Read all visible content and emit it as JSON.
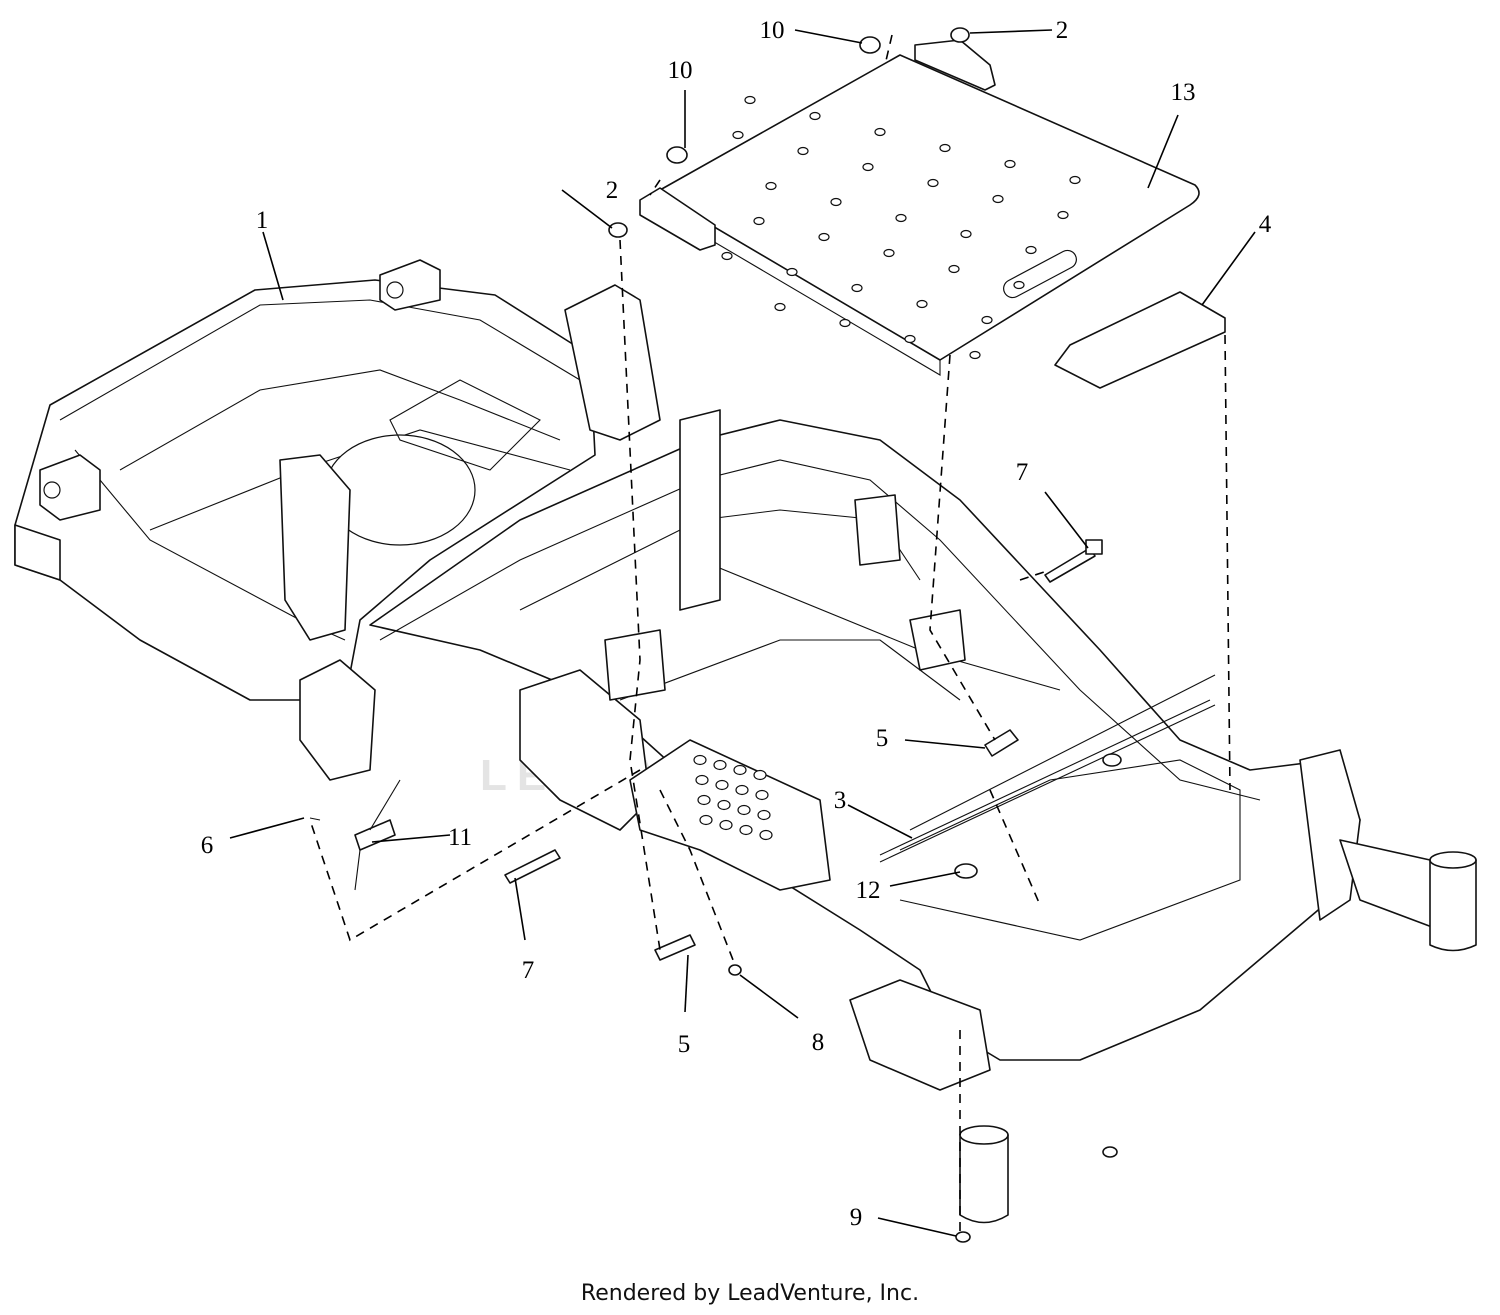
{
  "callouts": [
    {
      "label": "1"
    },
    {
      "label": "2"
    },
    {
      "label": "2"
    },
    {
      "label": "3"
    },
    {
      "label": "4"
    },
    {
      "label": "5"
    },
    {
      "label": "5"
    },
    {
      "label": "6"
    },
    {
      "label": "7"
    },
    {
      "label": "7"
    },
    {
      "label": "8"
    },
    {
      "label": "9"
    },
    {
      "label": "10"
    },
    {
      "label": "10"
    },
    {
      "label": "11"
    },
    {
      "label": "12"
    },
    {
      "label": "13"
    }
  ],
  "watermark": "LEADVENTURE",
  "footer": "Rendered by LeadVenture, Inc.",
  "colors": {
    "ink": "#111111",
    "background": "#ffffff",
    "watermark": "#e4e4e4"
  }
}
